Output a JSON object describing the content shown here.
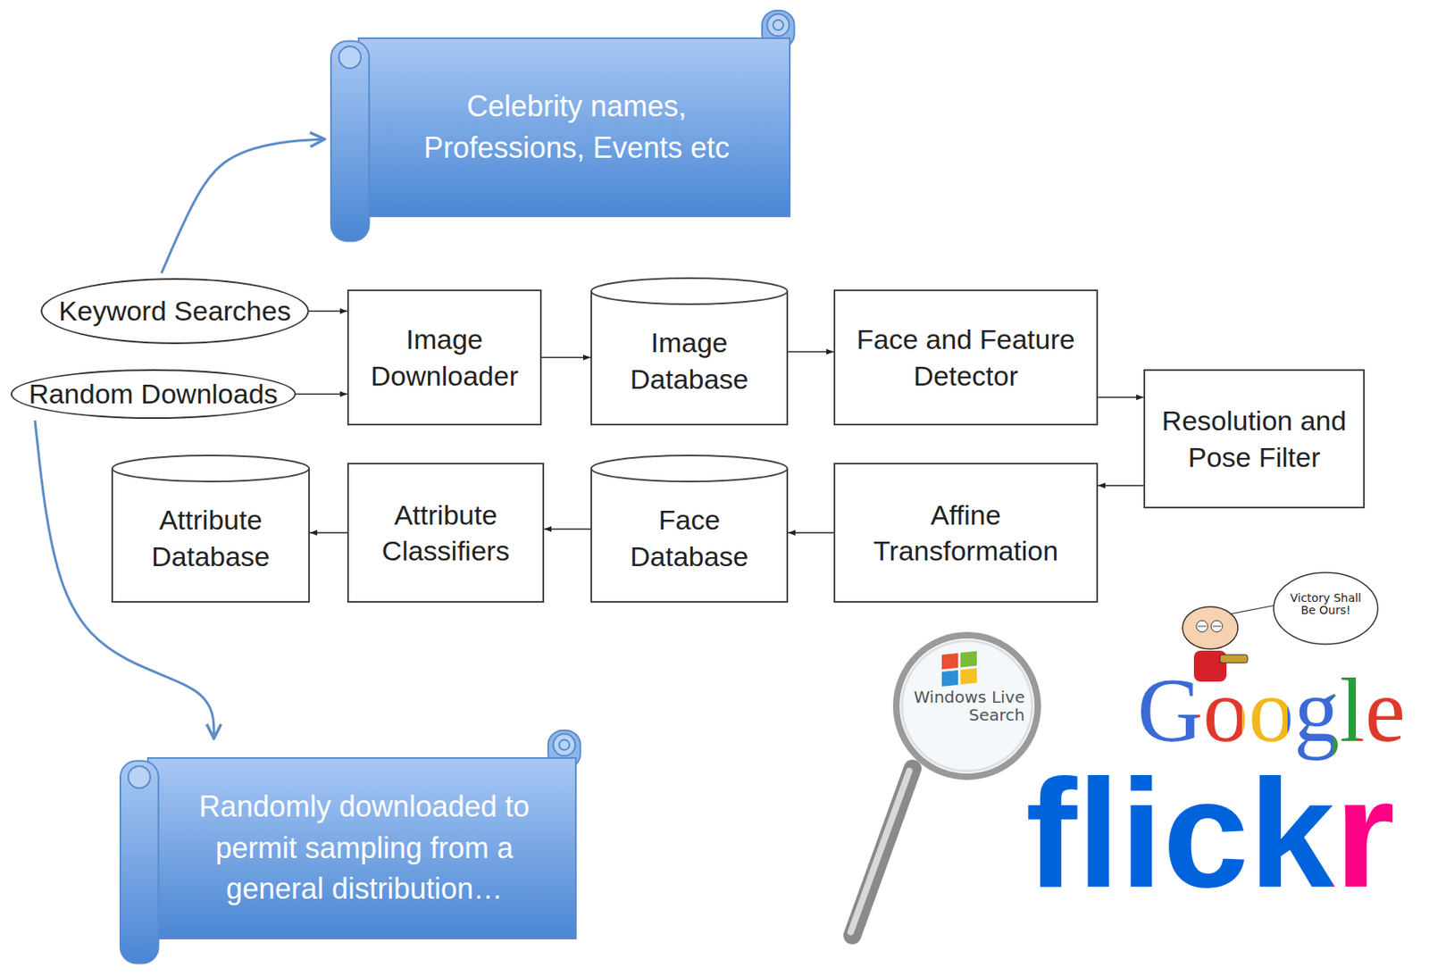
{
  "diagram": {
    "nodes": [
      {
        "text": [
          "Celebrity names, Professions, Events etc"
        ]
      },
      {
        "text": [
          "Keyword Searches"
        ]
      },
      {
        "text": [
          "Random Downloads"
        ]
      },
      {
        "text": [
          "Image Downloader"
        ]
      },
      {
        "text": [
          "Image Database"
        ]
      },
      {
        "text": [
          "Face and Feature Detector"
        ]
      },
      {
        "text": [
          "Resolution and Pose Filter"
        ]
      },
      {
        "text": [
          "Attribute Database"
        ]
      },
      {
        "text": [
          "Attribute Classifiers"
        ]
      },
      {
        "text": [
          "Face Database"
        ]
      },
      {
        "text": [
          "Affine Transformation"
        ]
      },
      {
        "text": [
          "Randomly downloaded to permit sampling from a general distribution…"
        ]
      }
    ],
    "edges": [
      {
        "from": 1,
        "to": 0,
        "arrow": "to"
      },
      {
        "from": 2,
        "to": 11,
        "arrow": "to"
      },
      {
        "from": 1,
        "to": 3,
        "arrow": "to"
      },
      {
        "from": 2,
        "to": 3,
        "arrow": "to"
      },
      {
        "from": 3,
        "to": 4,
        "arrow": "to"
      },
      {
        "from": 4,
        "to": 5,
        "arrow": "to"
      },
      {
        "from": 5,
        "to": 6,
        "arrow": "to"
      },
      {
        "from": 6,
        "to": 10,
        "arrow": "to"
      },
      {
        "from": 10,
        "to": 9,
        "arrow": "to"
      },
      {
        "from": 9,
        "to": 8,
        "arrow": "to"
      },
      {
        "from": 8,
        "to": 7,
        "arrow": "to"
      }
    ],
    "labels": [
      "Windows Live Search",
      "Victory Shall Be Ours!",
      "Google",
      "flickr"
    ]
  }
}
